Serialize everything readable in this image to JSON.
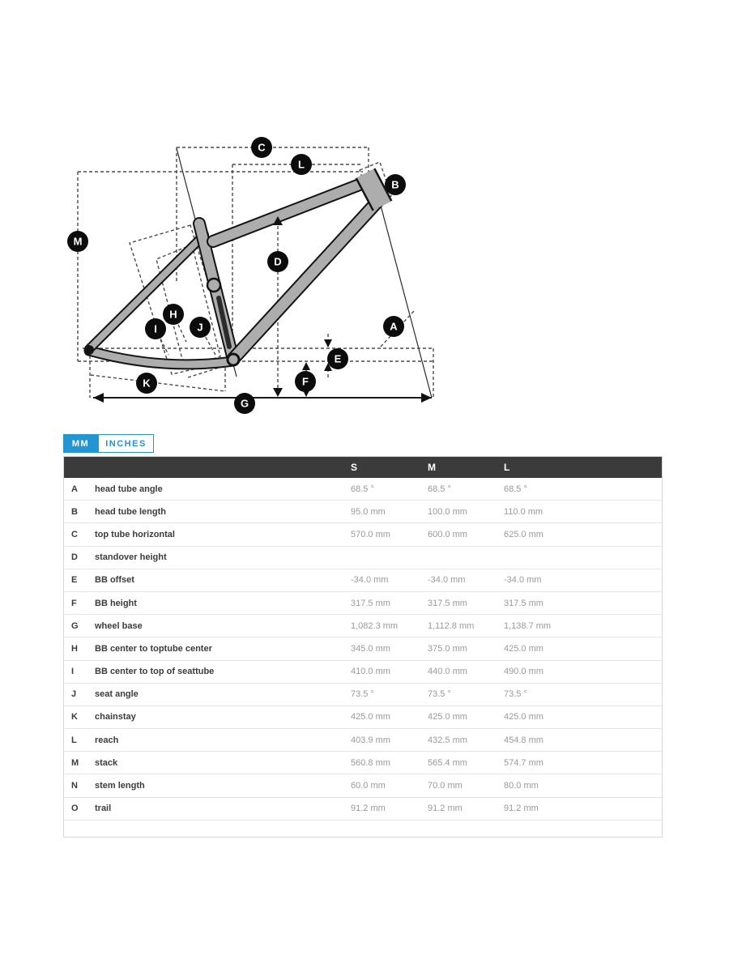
{
  "tabs": {
    "mm_label": "MM",
    "inches_label": "INCHES"
  },
  "diagram": {
    "description": "full-suspension bike frame geometry diagram",
    "labels": {
      "A": "A",
      "B": "B",
      "C": "C",
      "D": "D",
      "E": "E",
      "F": "F",
      "G": "G",
      "H": "H",
      "I": "I",
      "J": "J",
      "K": "K",
      "L": "L",
      "M": "M"
    }
  },
  "table": {
    "col_s": "S",
    "col_m": "M",
    "col_l": "L",
    "rows": [
      {
        "letter": "A",
        "name": "head tube angle",
        "s": "68.5 °",
        "m": "68.5 °",
        "l": "68.5 °"
      },
      {
        "letter": "B",
        "name": "head tube length",
        "s": "95.0 mm",
        "m": "100.0 mm",
        "l": "110.0 mm"
      },
      {
        "letter": "C",
        "name": "top tube horizontal",
        "s": "570.0 mm",
        "m": "600.0 mm",
        "l": "625.0 mm"
      },
      {
        "letter": "D",
        "name": "standover height",
        "s": "",
        "m": "",
        "l": ""
      },
      {
        "letter": "E",
        "name": "BB offset",
        "s": "-34.0 mm",
        "m": "-34.0 mm",
        "l": "-34.0 mm"
      },
      {
        "letter": "F",
        "name": "BB height",
        "s": "317.5 mm",
        "m": "317.5 mm",
        "l": "317.5 mm"
      },
      {
        "letter": "G",
        "name": "wheel base",
        "s": "1,082.3 mm",
        "m": "1,112.8 mm",
        "l": "1,138.7 mm"
      },
      {
        "letter": "H",
        "name": "BB center to toptube center",
        "s": "345.0 mm",
        "m": "375.0 mm",
        "l": "425.0 mm"
      },
      {
        "letter": "I",
        "name": "BB center to top of seattube",
        "s": "410.0 mm",
        "m": "440.0 mm",
        "l": "490.0 mm"
      },
      {
        "letter": "J",
        "name": "seat angle",
        "s": "73.5 °",
        "m": "73.5 °",
        "l": "73.5 °"
      },
      {
        "letter": "K",
        "name": "chainstay",
        "s": "425.0 mm",
        "m": "425.0 mm",
        "l": "425.0 mm"
      },
      {
        "letter": "L",
        "name": "reach",
        "s": "403.9 mm",
        "m": "432.5 mm",
        "l": "454.8 mm"
      },
      {
        "letter": "M",
        "name": "stack",
        "s": "560.8 mm",
        "m": "565.4 mm",
        "l": "574.7 mm"
      },
      {
        "letter": "N",
        "name": "stem length",
        "s": "60.0 mm",
        "m": "70.0 mm",
        "l": "80.0 mm"
      },
      {
        "letter": "O",
        "name": "trail",
        "s": "91.2 mm",
        "m": "91.2 mm",
        "l": "91.2 mm"
      }
    ]
  },
  "colors": {
    "accent": "#2196d3",
    "table_header_bg": "#3b3b3b",
    "frame_gray": "#adadad",
    "value_text": "#9a9a9a"
  }
}
